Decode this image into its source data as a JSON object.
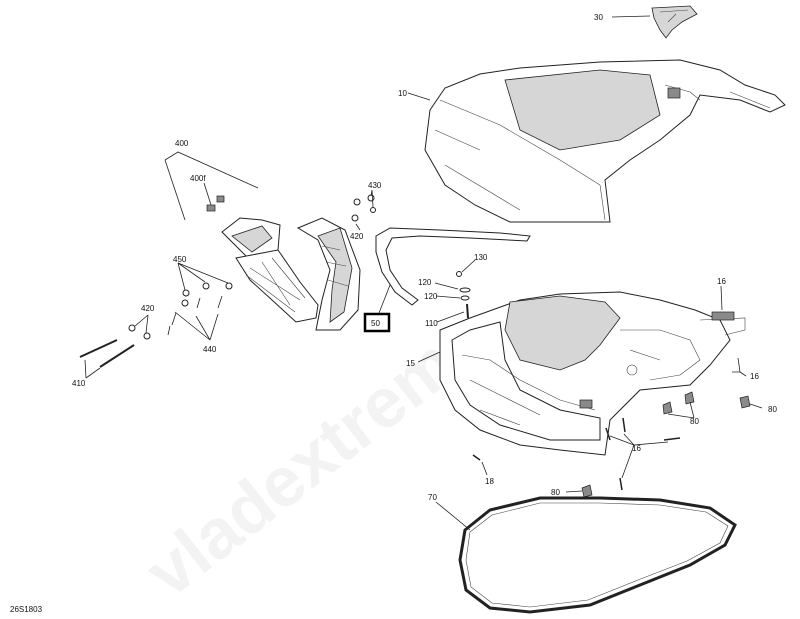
{
  "diagram_code": "26S1803",
  "watermark": "vladextreme",
  "labels": {
    "l30": "30",
    "l10": "10",
    "l400": "400",
    "l400f": "400f",
    "l430": "430",
    "l420a": "420",
    "l450": "450",
    "l420b": "420",
    "l440": "440",
    "l410": "410",
    "l50": "50",
    "l130": "130",
    "l120a": "120",
    "l120b": "120",
    "l110": "110",
    "l15": "15",
    "l16a": "16",
    "l16b": "16",
    "l80a": "80",
    "l80b": "80",
    "l16c": "16",
    "l18": "18",
    "l80c": "80",
    "l70": "70"
  }
}
